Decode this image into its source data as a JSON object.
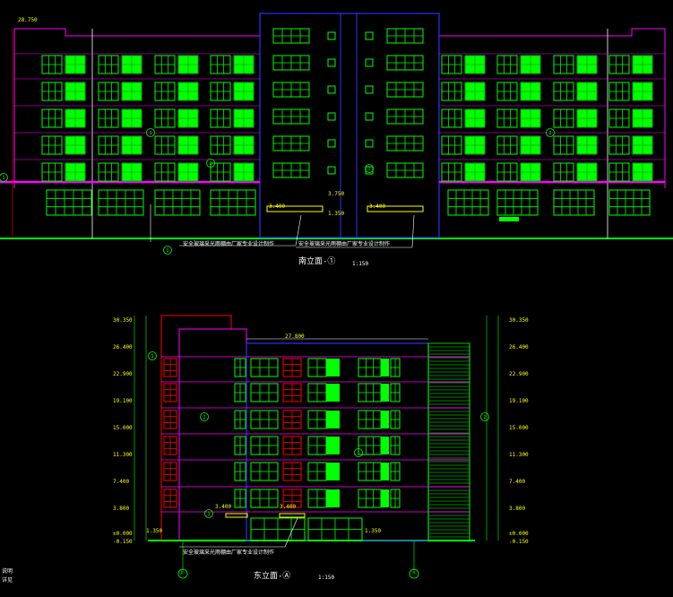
{
  "drawing": {
    "background": "#000000",
    "colors": {
      "green": "#00ff00",
      "magenta": "#ff00ff",
      "red": "#ff0000",
      "blue": "#3030ff",
      "white": "#ffffff",
      "yellow": "#ffff00",
      "cyan": "#00ffff"
    }
  },
  "top": {
    "title": "南立面-①",
    "scale": "1:150",
    "note_left": "安全玻璃采光雨棚由厂家专业设计制作",
    "note_right": "安全玻璃采光雨棚由厂家专业设计制作",
    "elevation_top_left": "28.750",
    "grid_marks": [
      "1",
      "2",
      "1",
      "2",
      "1",
      "1"
    ],
    "level_labels": [
      "3.400",
      "3.400",
      "3.750",
      "1.350"
    ]
  },
  "bottom": {
    "title": "东立面-Ⓐ",
    "scale": "1:150",
    "note": "安全玻璃采光雨棚由厂家专业设计制作",
    "top_width_label": "27.800",
    "axis_left": "Ⓓ",
    "axis_right": "Ⓐ",
    "levels_left": [
      "30.350",
      "26.400",
      "22.900",
      "19.100",
      "15.000",
      "11.300",
      "7.400",
      "3.800",
      "±0.000",
      "-0.150"
    ],
    "levels_right": [
      "30.350",
      "26.400",
      "22.900",
      "19.100",
      "15.000",
      "11.300",
      "7.400",
      "3.800",
      "±0.000",
      "-0.150"
    ],
    "grid_marks": [
      "2",
      "1",
      "2",
      "1",
      "1"
    ],
    "level_labels": [
      "3.400",
      "3.400",
      "1.350",
      "1.350"
    ]
  },
  "corner": {
    "line1": "说明",
    "line2": "详见"
  }
}
